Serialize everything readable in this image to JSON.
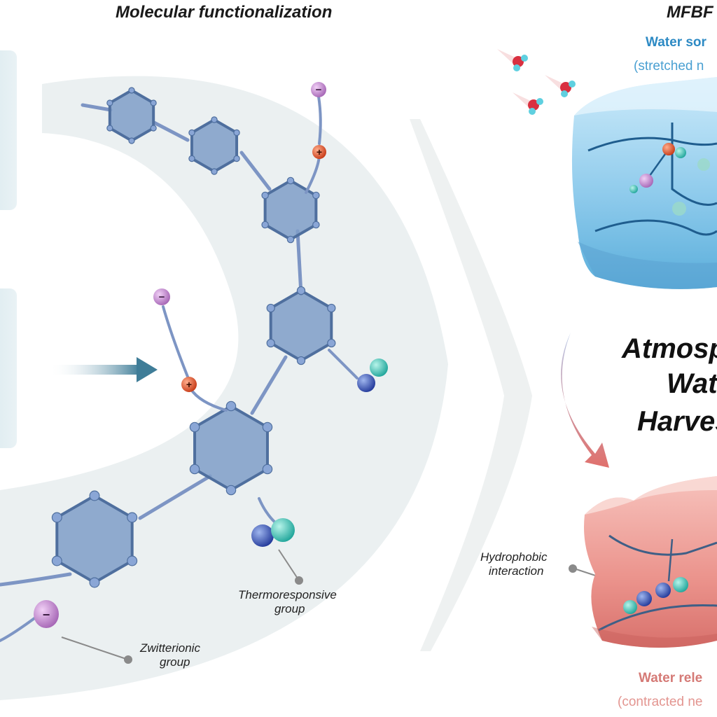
{
  "header": {
    "title_left": "Molecular functionalization",
    "title_right": "MFBF"
  },
  "top_panel": {
    "heading": "Water sor",
    "subheading": "(stretched n"
  },
  "center": {
    "line1": "Atmosp",
    "line2": "Wat",
    "line3": "Harves"
  },
  "bottom_panel": {
    "heading": "Water rele",
    "subheading": "(contracted ne"
  },
  "labels": {
    "thermo_line1": "Thermoresponsive",
    "thermo_line2": "group",
    "zwitter_line1": "Zwitterionic",
    "zwitter_line2": "group",
    "hydro_line1": "Hydrophobic",
    "hydro_line2": "interaction"
  },
  "charges": {
    "positive": "+",
    "negative": "−"
  },
  "colors": {
    "ring": "#7f9ec8",
    "ring_stroke": "#4f6f9e",
    "positive": "#e0562f",
    "negative": "#c48fd0",
    "thermo_blue": "#2f4fa8",
    "thermo_teal": "#3cc7b8",
    "ice": "#9fd3ee",
    "gel_pink": "#f0a9a3"
  }
}
